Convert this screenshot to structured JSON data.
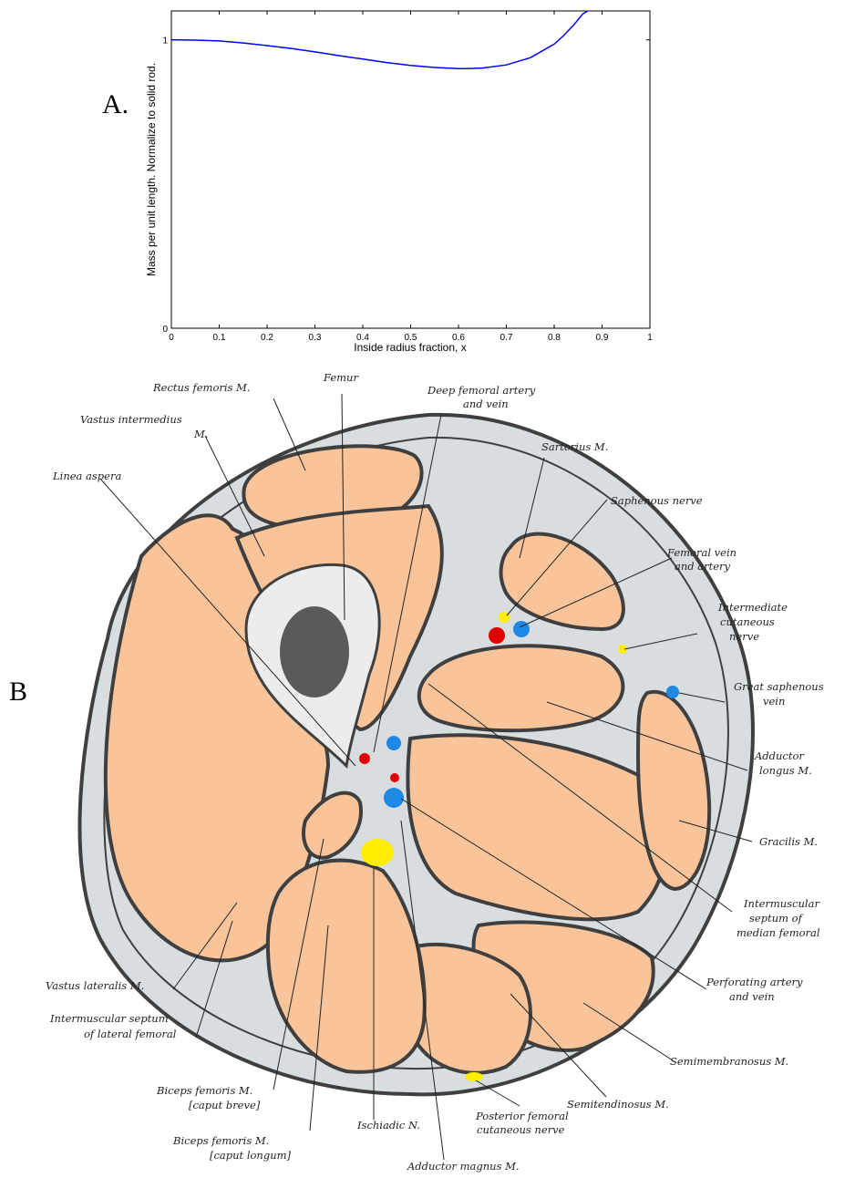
{
  "panel_a": {
    "letter": "A.",
    "chart_data": {
      "type": "line",
      "xlabel": "Inside radius fraction, x",
      "ylabel": "Mass per unit length. Normalize to solid rod.",
      "xlim": [
        0,
        1
      ],
      "ylim": [
        0,
        1.1
      ],
      "x_ticks": [
        "0",
        "0.1",
        "0.2",
        "0.3",
        "0.4",
        "0.5",
        "0.6",
        "0.7",
        "0.8",
        "0.9",
        "1"
      ],
      "y_ticks": [
        "0",
        "1"
      ],
      "grid": false,
      "series": [
        {
          "color": "#0000ff",
          "x": [
            0,
            0.05,
            0.1,
            0.15,
            0.2,
            0.25,
            0.3,
            0.35,
            0.4,
            0.45,
            0.5,
            0.55,
            0.6,
            0.62,
            0.65,
            0.7,
            0.75,
            0.8,
            0.82,
            0.84,
            0.86,
            0.87
          ],
          "y": [
            1.0,
            0.999,
            0.996,
            0.989,
            0.98,
            0.97,
            0.958,
            0.945,
            0.933,
            0.921,
            0.911,
            0.904,
            0.9,
            0.9,
            0.902,
            0.913,
            0.938,
            0.985,
            1.015,
            1.05,
            1.09,
            1.11
          ]
        }
      ]
    }
  },
  "panel_b": {
    "letter": "B",
    "colors": {
      "muscle": "#f9c49a",
      "fascia": "#d8dde0",
      "outline": "#3f3f3f",
      "bone_cortex": "#ececec",
      "marrow": "#5a5a5a",
      "artery": "#e00000",
      "vein": "#1e88e5",
      "nerve": "#ffee00"
    },
    "labels": {
      "rectus_femoris": "Rectus femoris M.",
      "femur": "Femur",
      "deep_femoral": [
        "Deep femoral artery",
        "and vein"
      ],
      "vastus_intermedius": [
        "Vastus intermedius",
        "M."
      ],
      "sartorius": "Sartorius M.",
      "linea_aspera": "Linea aspera",
      "saphenous_nerve": "Saphenous nerve",
      "femoral_vein": [
        "Femoral vein",
        "and artery"
      ],
      "intermediate_cutaneous": [
        "Intermediate",
        "cutaneous",
        "nerve"
      ],
      "great_saphenous": [
        "Great saphenous",
        "vein"
      ],
      "adductor_longus": [
        "Adductor",
        "longus M."
      ],
      "gracilis": "Gracilis M.",
      "intermuscular_median": [
        "Intermuscular",
        "septum of",
        "median femoral"
      ],
      "perforating": [
        "Perforating artery",
        "and vein"
      ],
      "vastus_lateralis": "Vastus lateralis M.",
      "intermuscular_lateral": [
        "Intermuscular septum",
        "of lateral femoral"
      ],
      "semimembranosus": "Semimembranosus M.",
      "semitendinosus": "Semitendinosus M.",
      "biceps_brevis": [
        "Biceps femoris M.",
        "[caput breve]"
      ],
      "ischiadic": "Ischiadic N.",
      "posterior_femoral": [
        "Posterior femoral",
        "cutaneous nerve"
      ],
      "biceps_longum": [
        "Biceps femoris M.",
        "[caput longum]"
      ],
      "adductor_magnus": "Adductor magnus M."
    }
  }
}
